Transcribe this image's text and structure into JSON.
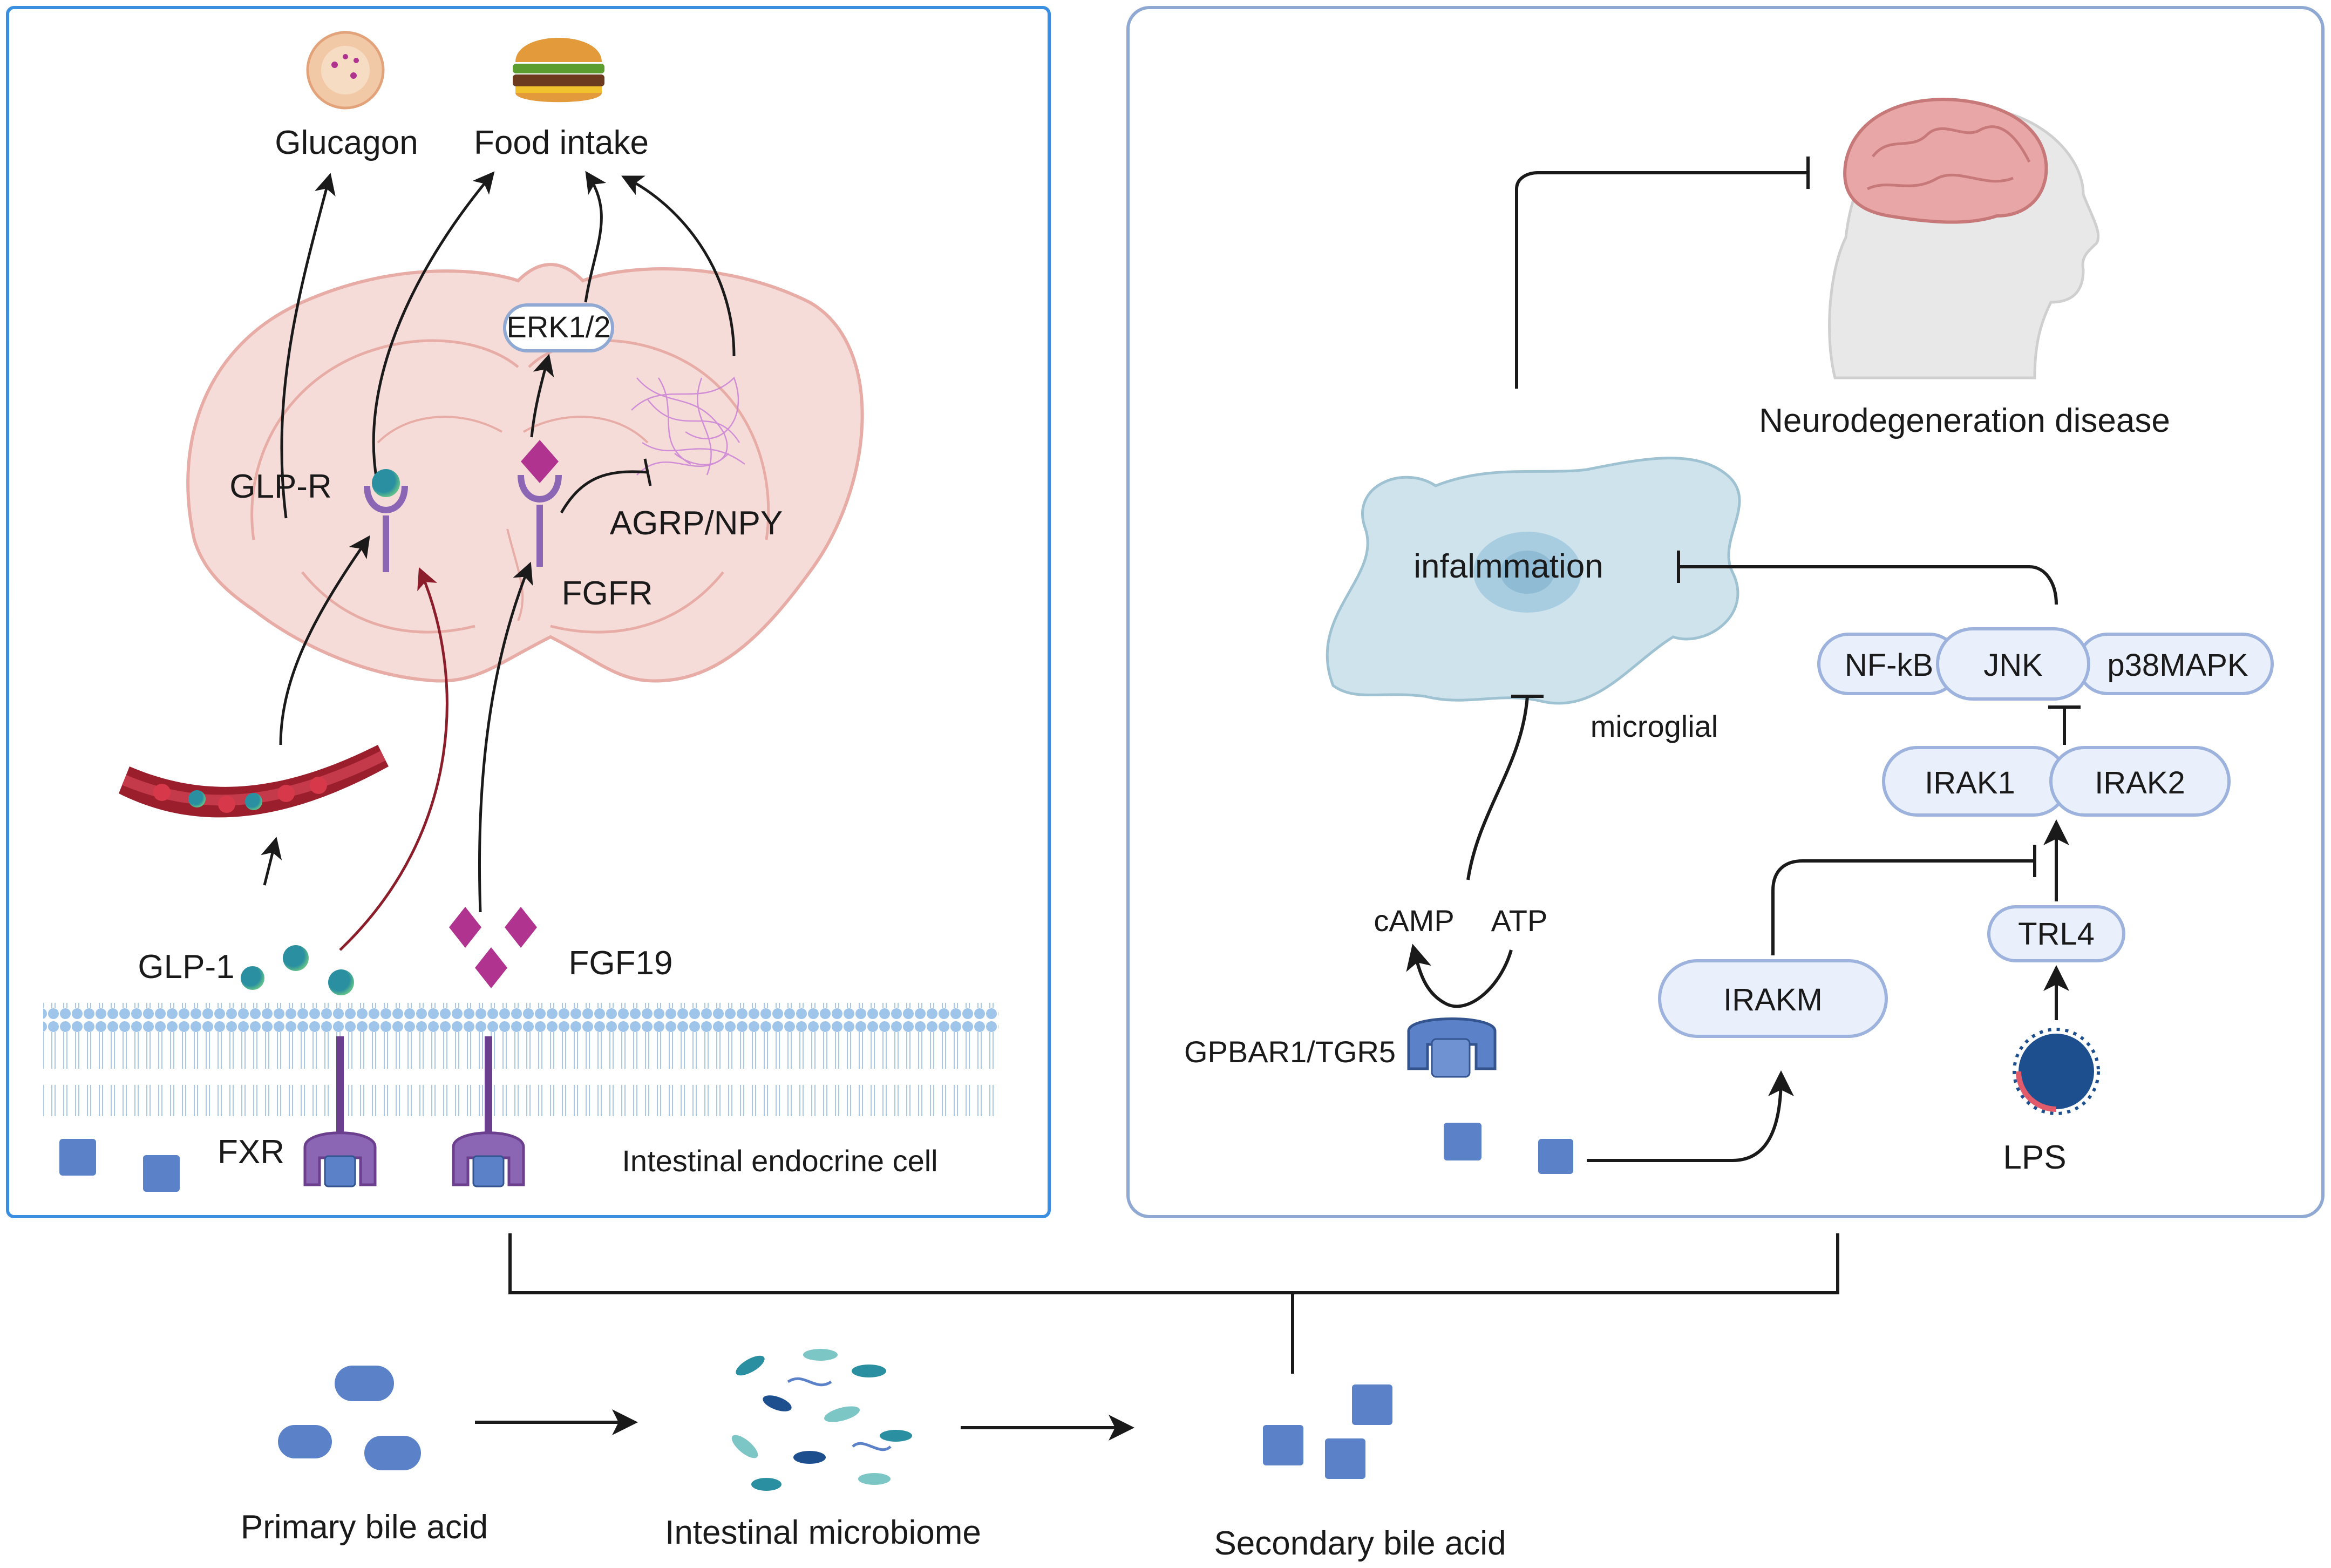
{
  "left_panel": {
    "glucagon": "Glucagon",
    "food_intake": "Food intake",
    "erk": "ERK1/2",
    "glp_r": "GLP-R",
    "agrp": "AGRP/NPY",
    "fgfr": "FGFR",
    "glp1": "GLP-1",
    "fgf19": "FGF19",
    "fxr": "FXR",
    "cell": "Intestinal endocrine cell"
  },
  "right_panel": {
    "neuro": "Neurodegeneration disease",
    "inflammation": "infalmmation",
    "microglial": "microglial",
    "nfkb": "NF-kB",
    "jnk": "JNK",
    "p38": "p38MAPK",
    "irak1": "IRAK1",
    "irak2": "IRAK2",
    "trl4": "TRL4",
    "irakm": "IRAKM",
    "camp": "cAMP",
    "atp": "ATP",
    "gpbar": "GPBAR1/TGR5",
    "lps": "LPS"
  },
  "bottom": {
    "primary": "Primary bile acid",
    "microbiome": "Intestinal microbiome",
    "secondary": "Secondary bile acid"
  },
  "colors": {
    "panel_left_border": "#3b8fe0",
    "panel_right_border": "#8fa9d3",
    "bile_acid": "#5b82c9",
    "pill_fill": "#e9f0fb",
    "pill_border": "#9db3dd",
    "receptor": "#8a66b5",
    "fgf19": "#b0348f",
    "brain_fill": "#f6dcd8",
    "microglia": "#cfe3ec"
  }
}
